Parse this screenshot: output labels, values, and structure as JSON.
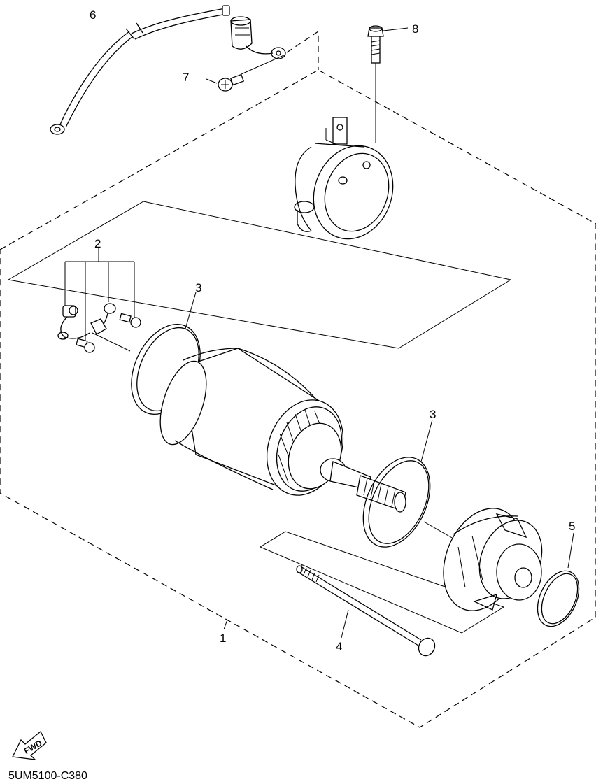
{
  "diagram_code": "5UM5100-C380",
  "direction_label": "FWD",
  "callouts": {
    "p1": "1",
    "p2": "2",
    "p3a": "3",
    "p3b": "3",
    "p4": "4",
    "p5": "5",
    "p6": "6",
    "p7": "7",
    "p8": "8"
  }
}
